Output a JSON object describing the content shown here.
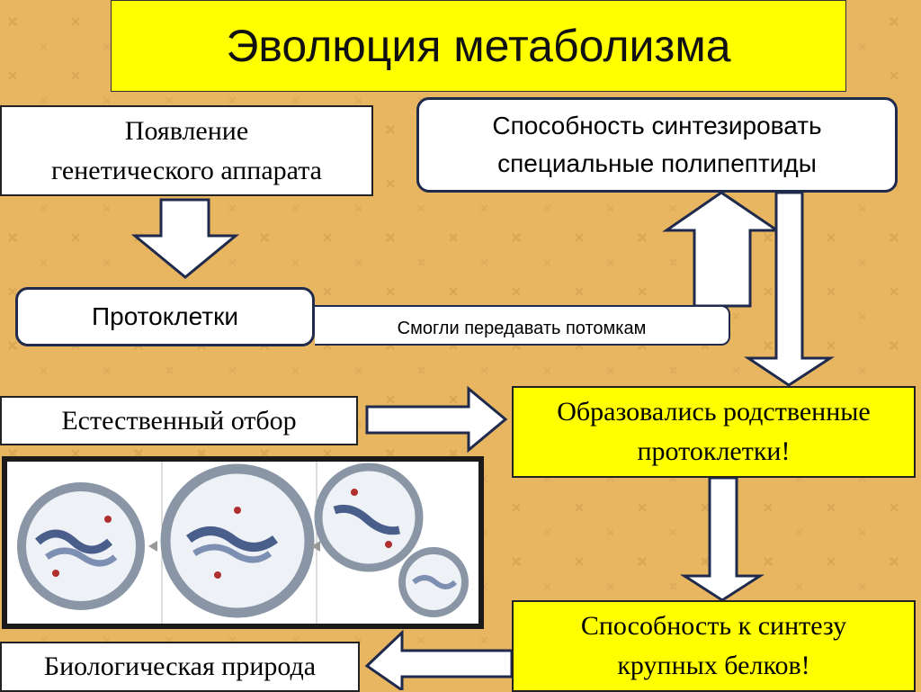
{
  "title": "Эволюция метаболизма",
  "boxes": {
    "genetic": [
      "Появление",
      "генетического аппарата"
    ],
    "synthesis": [
      "Способность синтезировать",
      "специальные полипептиды"
    ],
    "protocells": "Протоклетки",
    "passed_on": "Смогли передавать потомкам",
    "selection": "Естественный отбор",
    "related": [
      "Образовались родственные",
      "протоклетки!"
    ],
    "biological": "Биологическая природа",
    "large_proteins": [
      "Способность к синтезу",
      "крупных белков!"
    ]
  },
  "colors": {
    "background": "#E8B561",
    "highlight": "#FFFF00",
    "box_border": "#1f2a4d"
  }
}
